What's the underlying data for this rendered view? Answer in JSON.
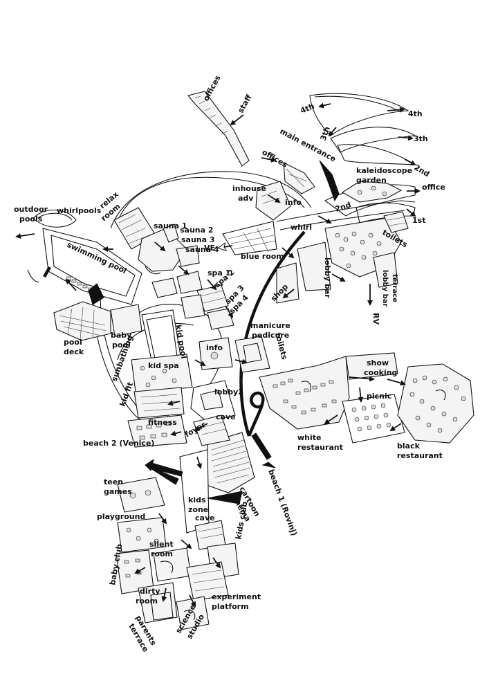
{
  "labels": {
    "staff": "staff",
    "offices_top": "offices",
    "offices_mid": "offices",
    "fourth_a": "4th",
    "fourth_b": "4th",
    "third_a": "3th",
    "third_b": "3th",
    "second_a": "2nd",
    "second_b": "2nd",
    "first": "1st",
    "main_entrance": "main entrance",
    "kaleidoscope_garden_1": "kaleidoscope",
    "kaleidoscope_garden_2": "garden",
    "office": "office",
    "toilets_top": "toilets",
    "inhouse_adv_1": "inhouse",
    "inhouse_adv_2": "adv",
    "info_top": "info",
    "whirl": "whirl",
    "lobby_bar": "lobby bar",
    "lobby_bar_terrace_1": "lobby bar",
    "lobby_bar_terrace_2": "terrace",
    "rv": "RV",
    "shop": "shop",
    "blue_room": "blue room",
    "ve": "VE",
    "outdoor_pools_1": "outdoor",
    "outdoor_pools_2": "pools",
    "whirlpools": "whirlpools",
    "relax_room_1": "relax",
    "relax_room_2": "room",
    "sauna1": "sauna 1",
    "sauna2": "sauna 2",
    "sauna3": "sauna 3",
    "sauna4": "sauna 4",
    "spa1": "spa 1",
    "spa2": "spa 2",
    "spa3": "spa 3",
    "spa4": "spa 4",
    "swimming_pool": "swimming pool",
    "pool_deck_1": "pool",
    "pool_deck_2": "deck",
    "baby_pool_1": "baby",
    "baby_pool_2": "pool",
    "kid_pool": "kid pool",
    "manicure": "manicure",
    "pedicure": "pedicure",
    "toilets_mid": "toilets",
    "info_mid": "info",
    "sunbathing": "sunbathing",
    "kid_spa": "kid spa",
    "kid_fit": "kid fit",
    "fitness": "fitness",
    "lobby2": "lobby2",
    "cave_mid": "cave",
    "foyer": "foyer",
    "show_cooking_1": "show",
    "show_cooking_2": "cooking",
    "picnic": "picnic",
    "white_restaurant_1": "white",
    "white_restaurant_2": "restaurant",
    "black_restaurant_1": "black",
    "black_restaurant_2": "restaurant",
    "beach2": "beach 2 (Venice)",
    "beach1": "beach 1 (Rovinj)",
    "cartoon_cinema_1": "cartoon",
    "cartoon_cinema_2": "cinema",
    "teen_games_1": "teen",
    "teen_games_2": "games",
    "kids_zone_1": "kids",
    "kids_zone_2": "zone",
    "playground": "playground",
    "cave_low": "cave",
    "kids_club": "kids club",
    "silent_room_1": "silent",
    "silent_room_2": "room",
    "baby_club": "baby club",
    "dirty_room_1": "dirty",
    "dirty_room_2": "room",
    "experiment_platform_1": "experiment",
    "experiment_platform_2": "platform",
    "parents_terrace_1": "parents",
    "parents_terrace_2": "terrace",
    "science_studio_1": "science",
    "science_studio_2": "studio"
  }
}
